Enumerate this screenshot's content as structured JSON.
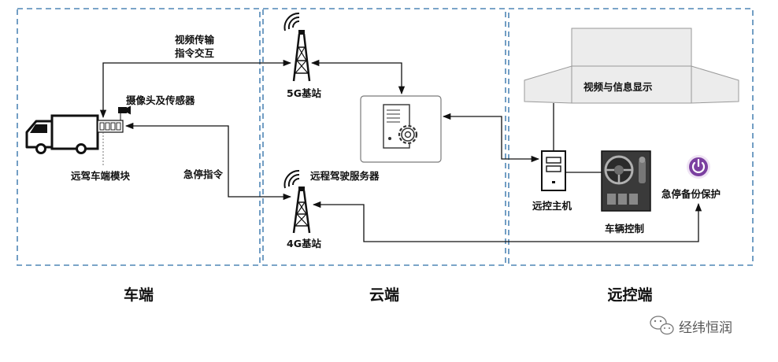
{
  "zones": {
    "vehicle": "车端",
    "cloud": "云端",
    "remote": "远控端"
  },
  "labels": {
    "video_transfer": "视频传输",
    "command_interaction": "指令交互",
    "camera_sensors": "摄像头及传感器",
    "vehicle_module": "远驾车端模块",
    "emergency_stop_cmd": "急停指令",
    "tower_5g": "5G基站",
    "tower_4g": "4G基站",
    "server": "远程驾驶服务器",
    "display": "视频与信息显示",
    "host": "远控主机",
    "vehicle_control": "车辆控制",
    "backup_protection": "急停备份保护"
  },
  "watermark": "经纬恒润",
  "colors": {
    "zone_border": "#4f86b6",
    "power_button": "#7b3fa0",
    "line": "#111111"
  },
  "icons": [
    "truck-icon",
    "camera-icon",
    "module-icon",
    "tower-5g-icon",
    "tower-4g-icon",
    "server-gear-icon",
    "display-screens-icon",
    "host-computer-icon",
    "steering-wheel-icon",
    "power-button-icon",
    "wechat-icon"
  ]
}
